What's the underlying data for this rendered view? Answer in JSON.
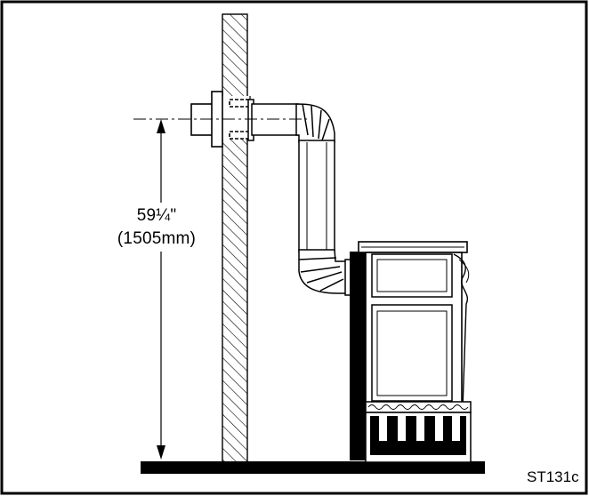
{
  "diagram": {
    "dimension_imperial": "59¼\"",
    "dimension_metric": "(1505mm)",
    "figure_code": "ST131c"
  },
  "colors": {
    "line": "#000000",
    "background": "#ffffff"
  },
  "icons": [
    "wall",
    "flue-terminal",
    "flue-pipe",
    "stove",
    "floor",
    "dimension-arrow"
  ]
}
